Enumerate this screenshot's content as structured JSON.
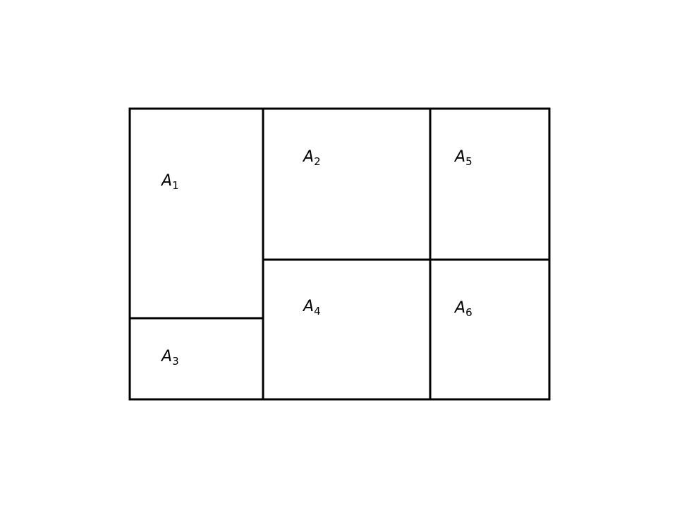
{
  "diagram": {
    "line_color": "#000000",
    "background": "#ffffff",
    "regions": [
      {
        "id": "a1",
        "letter": "A",
        "subscript": "1"
      },
      {
        "id": "a2",
        "letter": "A",
        "subscript": "2"
      },
      {
        "id": "a3",
        "letter": "A",
        "subscript": "3"
      },
      {
        "id": "a4",
        "letter": "A",
        "subscript": "4"
      },
      {
        "id": "a5",
        "letter": "A",
        "subscript": "5"
      },
      {
        "id": "a6",
        "letter": "A",
        "subscript": "6"
      }
    ]
  }
}
